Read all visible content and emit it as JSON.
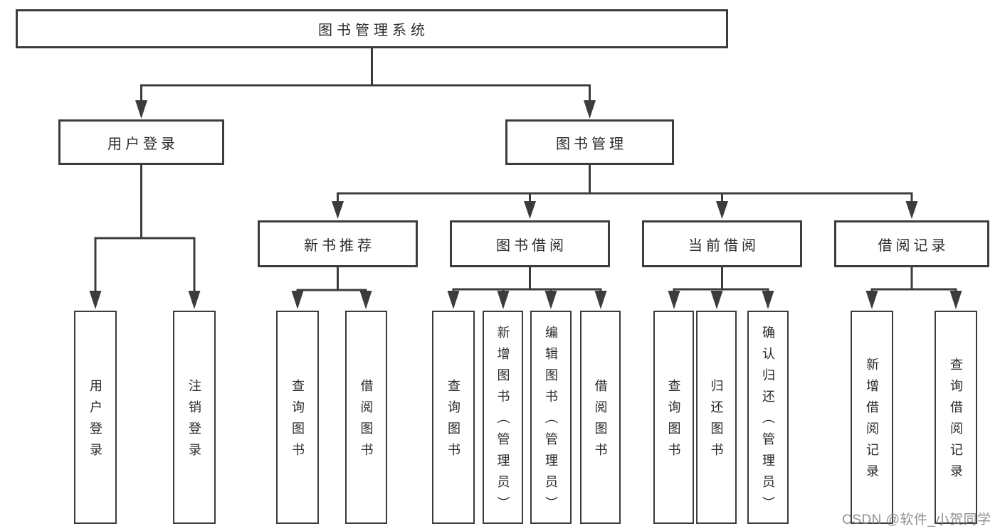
{
  "tree": {
    "root": {
      "label": "图书管理系统"
    },
    "branches": [
      {
        "label": "用户登录",
        "children": [
          {
            "label": "用户登录"
          },
          {
            "label": "注销登录"
          }
        ]
      },
      {
        "label": "图书管理",
        "children": [
          {
            "label": "新书推荐",
            "children": [
              {
                "label": "查询图书"
              },
              {
                "label": "借阅图书"
              }
            ]
          },
          {
            "label": "图书借阅",
            "children": [
              {
                "label": "查询图书"
              },
              {
                "label": "新增图书（管理员）"
              },
              {
                "label": "编辑图书（管理员）"
              },
              {
                "label": "借阅图书"
              }
            ]
          },
          {
            "label": "当前借阅",
            "children": [
              {
                "label": "查询图书"
              },
              {
                "label": "归还图书"
              },
              {
                "label": "确认归还（管理员）"
              }
            ]
          },
          {
            "label": "借阅记录",
            "children": [
              {
                "label": "新增借阅记录"
              },
              {
                "label": "查询借阅记录"
              }
            ]
          }
        ]
      }
    ]
  },
  "watermark": {
    "text": "CSDN @软件_小贺同学"
  },
  "colors": {
    "line": "#3c3c3c",
    "box_border": "#3c3c3c",
    "text": "#2b2b2b",
    "background": "#ffffff",
    "watermark": "#7d7d7d"
  }
}
